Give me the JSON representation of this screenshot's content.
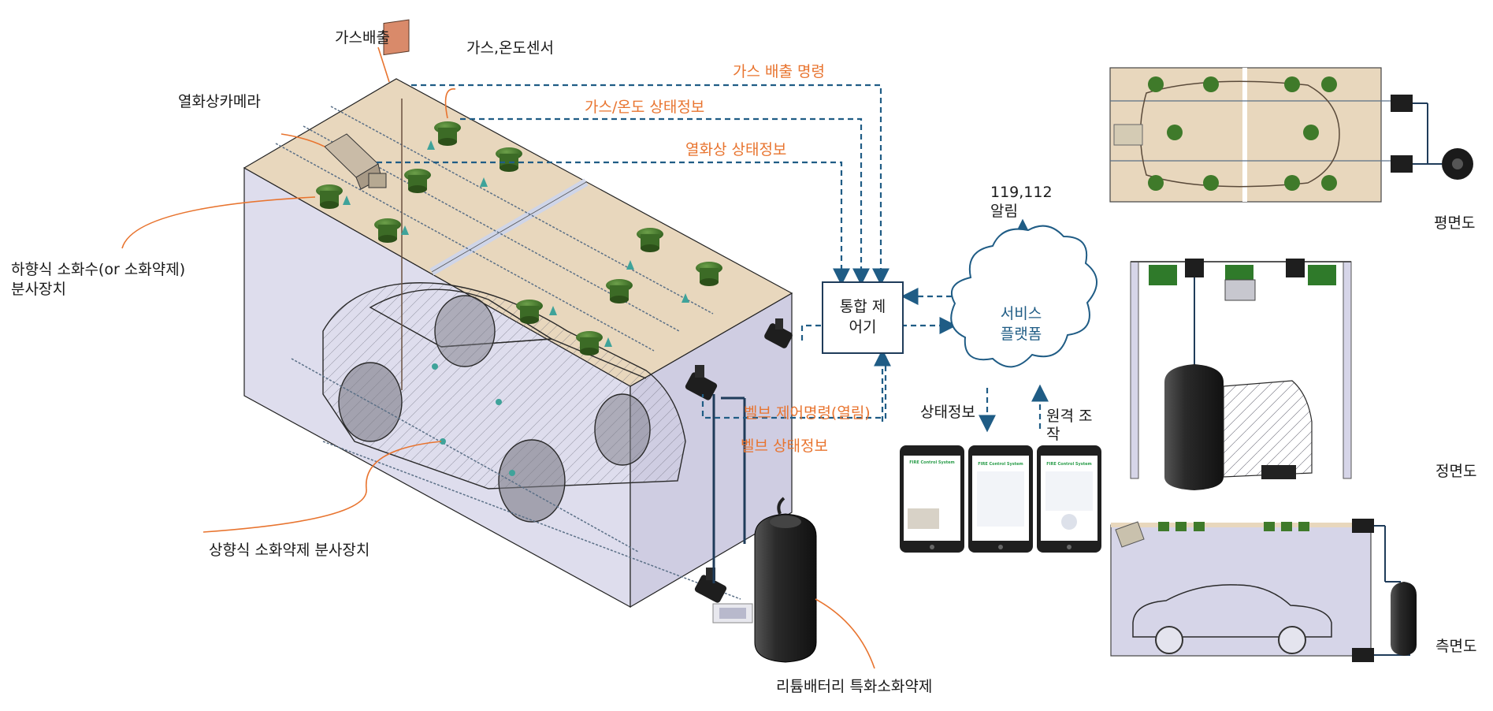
{
  "labels": {
    "gas_exhaust": "가스배출",
    "gas_temp_sensor": "가스,온도센서",
    "thermal_camera": "열화상카메라",
    "downward_sprayer_line1": "하향식 소화수(or 소화약제)",
    "downward_sprayer_line2": "분사장치",
    "upward_sprayer": "상향식 소화약제 분사장치",
    "lithium_agent": "리튬배터리 특화소화약제",
    "alert_line1": "119,112",
    "alert_line2": "알림",
    "status_info": "상태정보",
    "remote_line1": "원격 조",
    "remote_line2": "작"
  },
  "signals": {
    "gas_exhaust_cmd": "가스 배출 명령",
    "gas_temp_status": "가스/온도 상태정보",
    "thermal_status": "열화상 상태정보",
    "valve_cmd": "벨브 제어명령(열림)",
    "valve_status": "벨브 상태정보"
  },
  "controller": {
    "line1": "통합 제",
    "line2": "어기"
  },
  "cloud": {
    "line1": "서비스",
    "line2": "플랫폼"
  },
  "views": {
    "top": "평면도",
    "front": "정면도",
    "side": "측면도"
  },
  "phone_app": {
    "title": "FIRE Control System"
  },
  "colors": {
    "signal": "#e8742f",
    "link": "#1f5c85",
    "leader": "#e8742f",
    "floor": "#e8d7bd",
    "wall": "#d6d5e8",
    "nozzle": "#3f7a2a"
  }
}
